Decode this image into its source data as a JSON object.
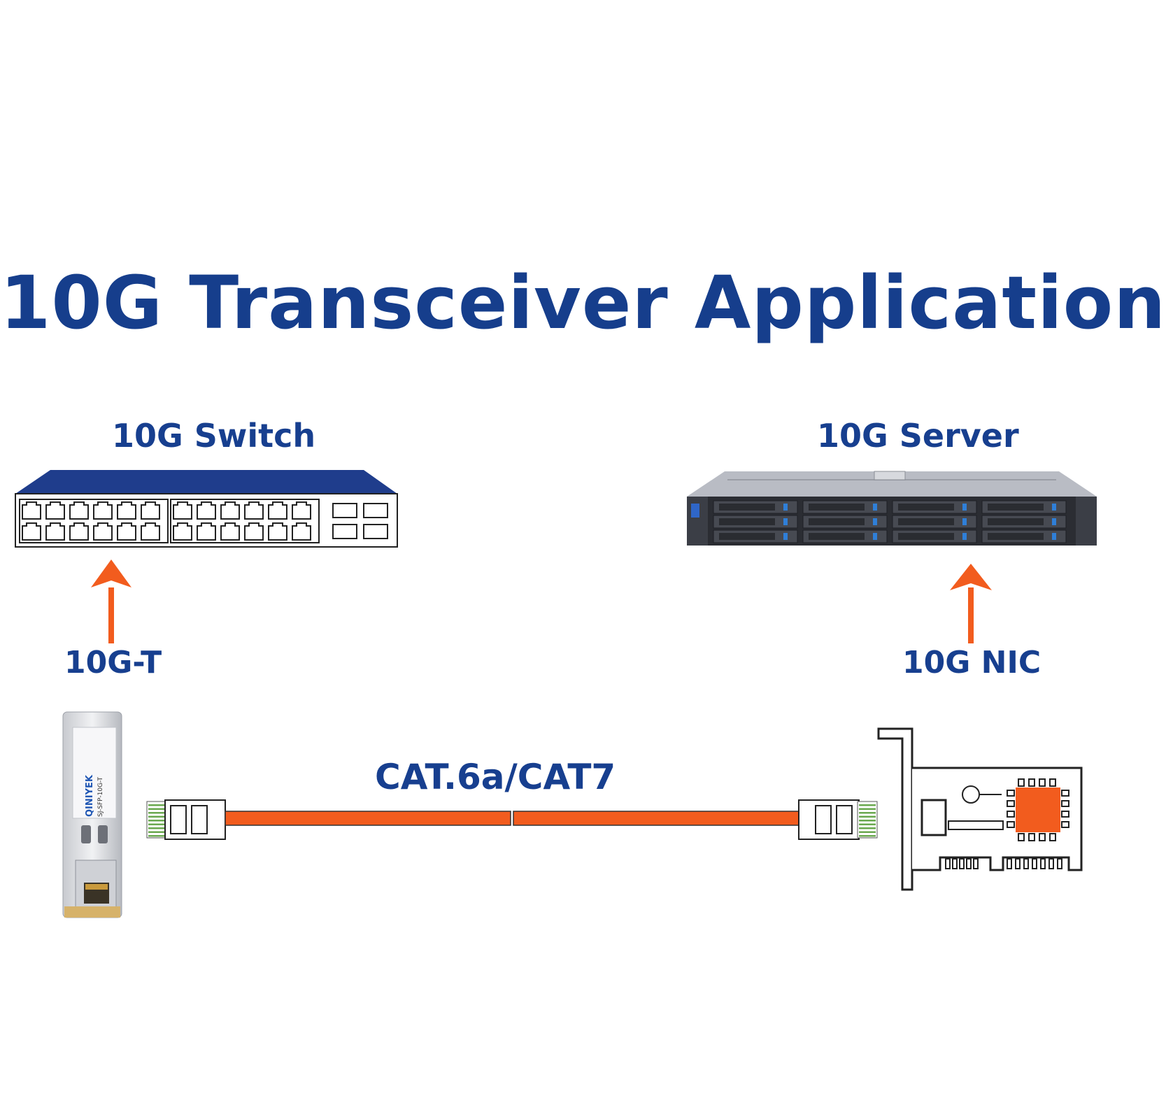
{
  "title": "10G Transceiver Application",
  "labels": {
    "switch": "10G Switch",
    "server": "10G Server",
    "transceiver": "10G-T",
    "nic": "10G NIC",
    "cable": "CAT.6a/CAT7"
  },
  "module": {
    "brand": "QINIYEK",
    "model": "SJ-SFP-10G-T"
  },
  "colors": {
    "title": "#163e8c",
    "accent_orange": "#f25c1e",
    "switch_top": "#1f3d8c",
    "outline": "#222222"
  },
  "icons": [
    "switch-icon",
    "server-icon",
    "sfp-module-icon",
    "nic-card-icon",
    "rj45-plug-icon",
    "arrow-up-icon"
  ]
}
